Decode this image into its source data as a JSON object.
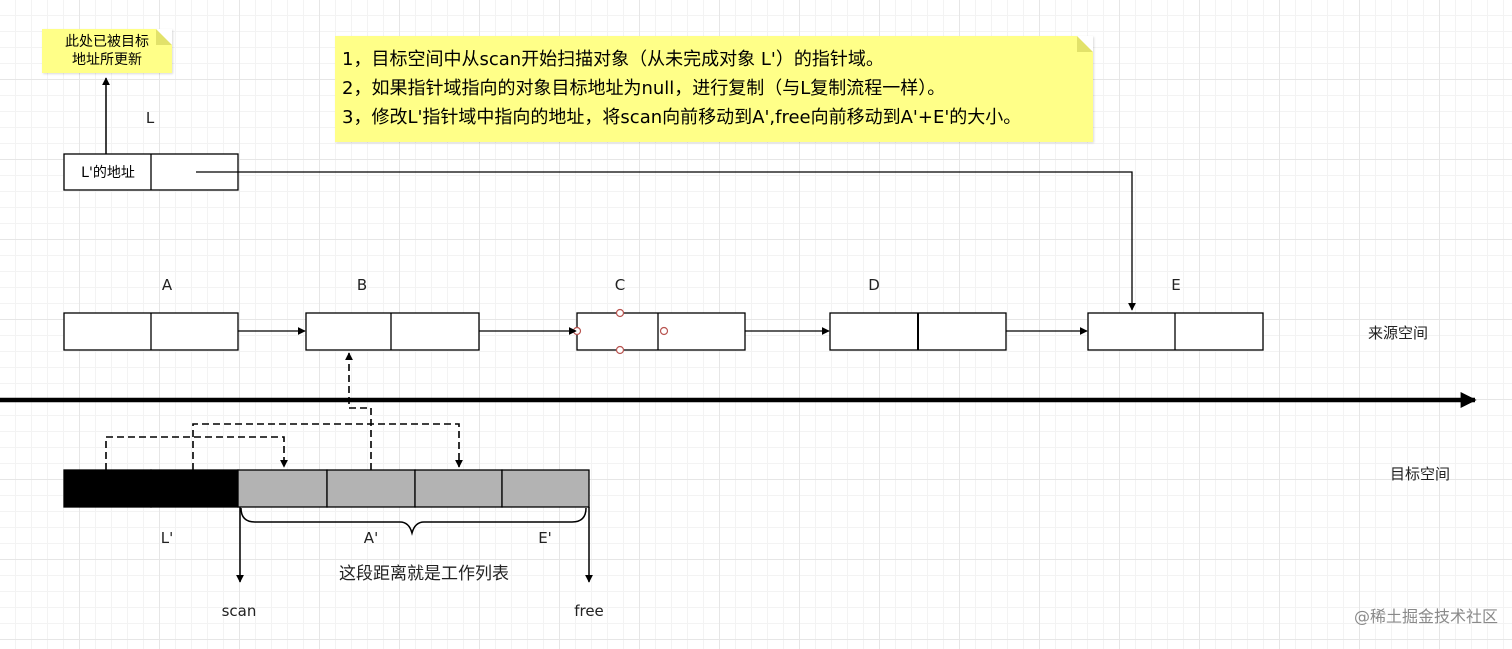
{
  "notes": {
    "updated_note_line1": "此处已被目标",
    "updated_note_line2": "地址所更新",
    "steps": [
      "1，目标空间中从scan开始扫描对象（从未完成对象 L'）的指针域。",
      "2，如果指针域指向的对象目标地址为null，进行复制（与L复制流程一样）。",
      "3，修改L'指针域中指向的地址，将scan向前移动到A',free向前移动到A'+E'的大小。"
    ]
  },
  "top_object": {
    "label": "L",
    "cell_text": "L'的地址"
  },
  "source_space": {
    "label": "来源空间",
    "objects": [
      "A",
      "B",
      "C",
      "D",
      "E"
    ]
  },
  "target_space": {
    "label": "目标空间",
    "copy_labels": [
      "L'",
      "A'",
      "E'"
    ],
    "brace_label": "这段距离就是工作列表",
    "scan_label": "scan",
    "free_label": "free"
  },
  "watermark": "@稀土掘金技术社区",
  "colors": {
    "note_bg": "#ffff88",
    "line": "#000000",
    "scanned_fill": "#000000",
    "worklist_fill": "#b3b3b3",
    "handle": "#b85450"
  }
}
